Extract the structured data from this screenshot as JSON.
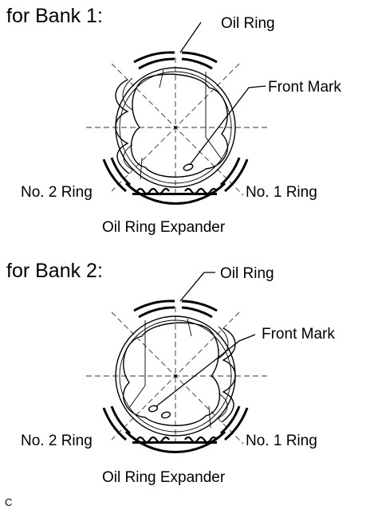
{
  "bank1": {
    "heading": "for Bank 1:",
    "oil_ring": "Oil Ring",
    "front_mark": "Front Mark",
    "no2_ring": "No. 2 Ring",
    "no1_ring": "No. 1 Ring",
    "expander": "Oil Ring Expander"
  },
  "bank2": {
    "heading": "for Bank 2:",
    "oil_ring": "Oil Ring",
    "front_mark": "Front Mark",
    "no2_ring": "No. 2 Ring",
    "no1_ring": "No. 1 Ring",
    "expander": "Oil Ring Expander"
  },
  "figure_code": "C"
}
